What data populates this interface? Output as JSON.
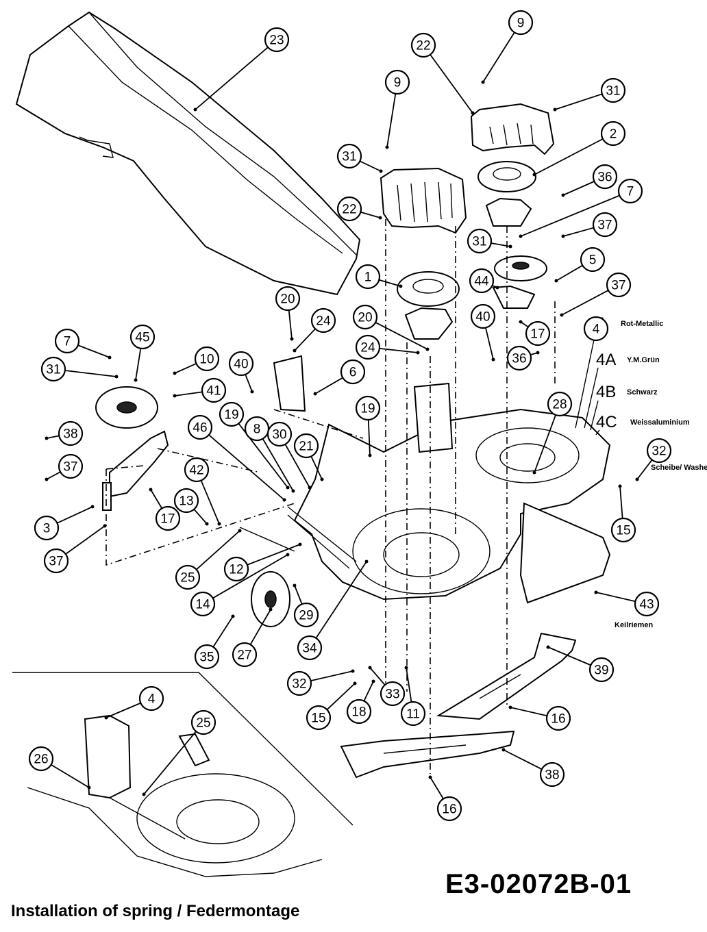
{
  "drawing_number": "E3-02072B-01",
  "caption": "Installation of spring / Federmontage",
  "variants": [
    {
      "code": "4",
      "color": "Rot-Metallic"
    },
    {
      "code": "4A",
      "color": "Y.M.Grün"
    },
    {
      "code": "4B",
      "color": "Schwarz"
    },
    {
      "code": "4C",
      "color": "Weissaluminium"
    }
  ],
  "notes": {
    "washer_32": "Scheibe/ Washer",
    "belt_43": "Keilriemen"
  },
  "callouts": [
    "23",
    "9",
    "22",
    "9",
    "31",
    "31",
    "2",
    "22",
    "36",
    "7",
    "37",
    "31",
    "1",
    "5",
    "44",
    "37",
    "20",
    "24",
    "20",
    "40",
    "17",
    "24",
    "36",
    "4",
    "7",
    "45",
    "10",
    "40",
    "6",
    "41",
    "31",
    "38",
    "19",
    "19",
    "8",
    "30",
    "21",
    "28",
    "37",
    "46",
    "42",
    "3",
    "32",
    "17",
    "13",
    "15",
    "37",
    "25",
    "12",
    "14",
    "43",
    "29",
    "35",
    "27",
    "34",
    "39",
    "32",
    "33",
    "11",
    "15",
    "18",
    "16",
    "4",
    "25",
    "26",
    "38",
    "16"
  ]
}
